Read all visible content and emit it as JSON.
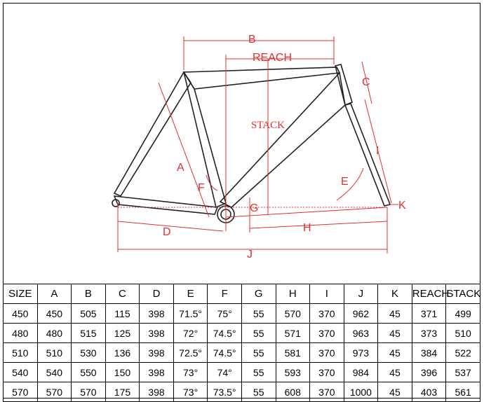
{
  "diagram": {
    "labels": {
      "a": "A",
      "b": "B",
      "c": "C",
      "d": "D",
      "e": "E",
      "f": "F",
      "g": "G",
      "h": "H",
      "i": "I",
      "j": "J",
      "k": "K",
      "reach": "REACH",
      "stack": "STACK"
    },
    "colors": {
      "dimension": "#e0302e",
      "frame": "#222222"
    }
  },
  "table": {
    "headers": [
      "SIZE",
      "A",
      "B",
      "C",
      "D",
      "E",
      "F",
      "G",
      "H",
      "I",
      "J",
      "K",
      "REACH",
      "STACK"
    ],
    "rows": [
      [
        "450",
        "450",
        "505",
        "115",
        "398",
        "71.5°",
        "75°",
        "55",
        "570",
        "370",
        "962",
        "45",
        "371",
        "499"
      ],
      [
        "480",
        "480",
        "515",
        "125",
        "398",
        "72°",
        "74.5°",
        "55",
        "571",
        "370",
        "963",
        "45",
        "373",
        "510"
      ],
      [
        "510",
        "510",
        "530",
        "136",
        "398",
        "72.5°",
        "74.5°",
        "55",
        "581",
        "370",
        "973",
        "45",
        "384",
        "522"
      ],
      [
        "540",
        "540",
        "550",
        "150",
        "398",
        "73°",
        "74°",
        "55",
        "593",
        "370",
        "984",
        "45",
        "396",
        "537"
      ],
      [
        "570",
        "570",
        "570",
        "175",
        "398",
        "73°",
        "73.5°",
        "55",
        "608",
        "370",
        "1000",
        "45",
        "403",
        "561"
      ]
    ]
  }
}
